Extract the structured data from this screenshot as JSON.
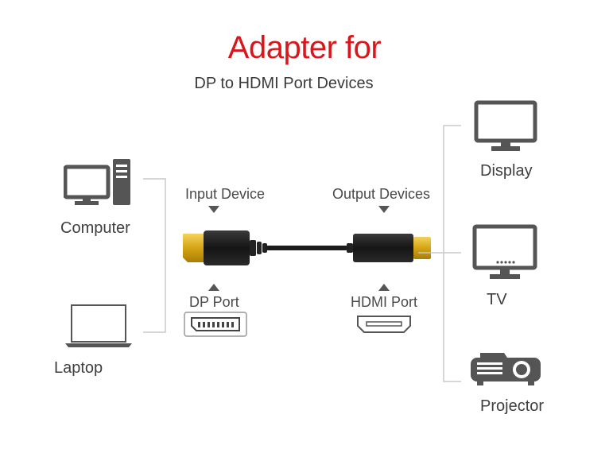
{
  "header": {
    "title": "Adapter for",
    "subtitle": "DP to HDMI Port Devices"
  },
  "sources": {
    "computer": "Computer",
    "laptop": "Laptop"
  },
  "adapter": {
    "input_label": "Input Device",
    "output_label": "Output Devices",
    "dp_port": "DP Port",
    "hdmi_port": "HDMI Port"
  },
  "targets": {
    "display": "Display",
    "tv": "TV",
    "projector": "Projector"
  },
  "colors": {
    "title": "#d8161b",
    "icon": "#555555",
    "connector_gold": "#d4a514",
    "cable": "#1c1c1c"
  }
}
